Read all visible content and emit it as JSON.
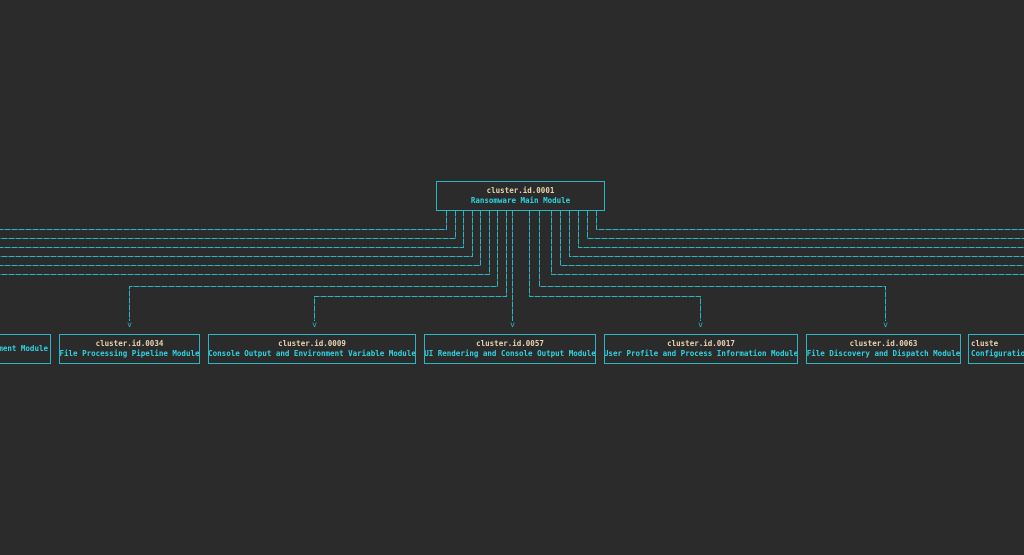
{
  "colors": {
    "background": "#2b2b2b",
    "line": "#2ab7c4",
    "node_border": "#2ab7c4",
    "node_id": "#e8d3b0",
    "node_title": "#2fd3e0"
  },
  "root": {
    "id": "cluster.id.0001",
    "title": "Ransomware Main Module"
  },
  "children": [
    {
      "id": "",
      "title": "ment Module"
    },
    {
      "id": "cluster.id.0034",
      "title": "File Processing Pipeline Module"
    },
    {
      "id": "cluster.id.0009",
      "title": "Console Output and Environment Variable Module"
    },
    {
      "id": "cluster.id.0057",
      "title": "UI Rendering and Console Output Module"
    },
    {
      "id": "cluster.id.0017",
      "title": "User Profile and Process Information Module"
    },
    {
      "id": "cluster.id.0063",
      "title": "File Discovery and Dispatch Module"
    },
    {
      "id": "cluste",
      "title": "Configuratio"
    }
  ],
  "arrow_glyph": "v"
}
